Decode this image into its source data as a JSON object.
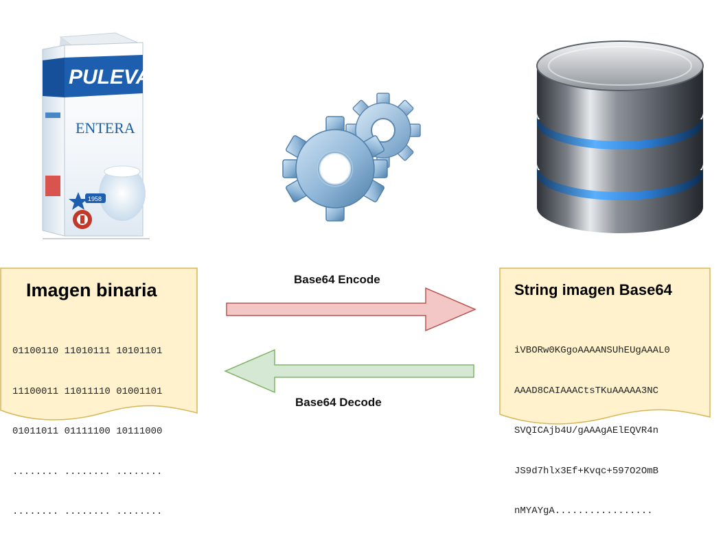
{
  "carton": {
    "brand": "PULEVA",
    "variant": "ENTERA",
    "year": "1958"
  },
  "left_doc": {
    "title": "Imagen binaria",
    "lines": [
      "01100110 11010111 10101101",
      "11100011 11011110 01001101",
      "01011011 01111100 10111000",
      "........ ........ ........",
      "........ ........ ........"
    ]
  },
  "right_doc": {
    "title": "String imagen Base64",
    "lines": [
      "iVBORw0KGgoAAAANSUhEUgAAAL0",
      "AAAD8CAIAAACtsTKuAAAAA3NC",
      "SVQICAjb4U/gAAAgAElEQVR4n",
      "JS9d7hlx3Ef+Kvqc+597O2OmB",
      "nMYAYgA................."
    ]
  },
  "arrows": {
    "encode_label": "Base64 Encode",
    "decode_label": "Base64 Decode",
    "encode_color": "#f4c7c7",
    "encode_stroke": "#b85450",
    "decode_color": "#d5e8d4",
    "decode_stroke": "#82b366"
  },
  "colors": {
    "doc_fill": "#fff2cc",
    "doc_stroke": "#d6b656"
  },
  "icons": {
    "center": "gears-icon",
    "right": "database-icon",
    "left": "milk-carton-image"
  }
}
